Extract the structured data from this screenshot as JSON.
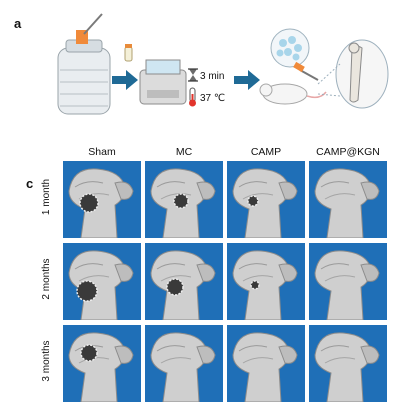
{
  "panels": {
    "a": {
      "letter": "a",
      "time_label": "3 min",
      "temp_label": "37 ℃"
    },
    "c": {
      "letter": "c",
      "columns": [
        "Sham",
        "MC",
        "CAMP",
        "CAMP@KGN"
      ],
      "rows": [
        "1 month",
        "2 months",
        "3 months"
      ]
    }
  },
  "colors": {
    "ct_background": "#1f6fb7",
    "arrow": "#1f6a96",
    "bone": "#cfcfcf"
  },
  "icons": [
    "reagent-bottle-icon",
    "syringe-icon",
    "water-bath-icon",
    "hourglass-icon",
    "thermometer-icon",
    "mouse-icon",
    "femur-icon",
    "microspheres-icon"
  ]
}
